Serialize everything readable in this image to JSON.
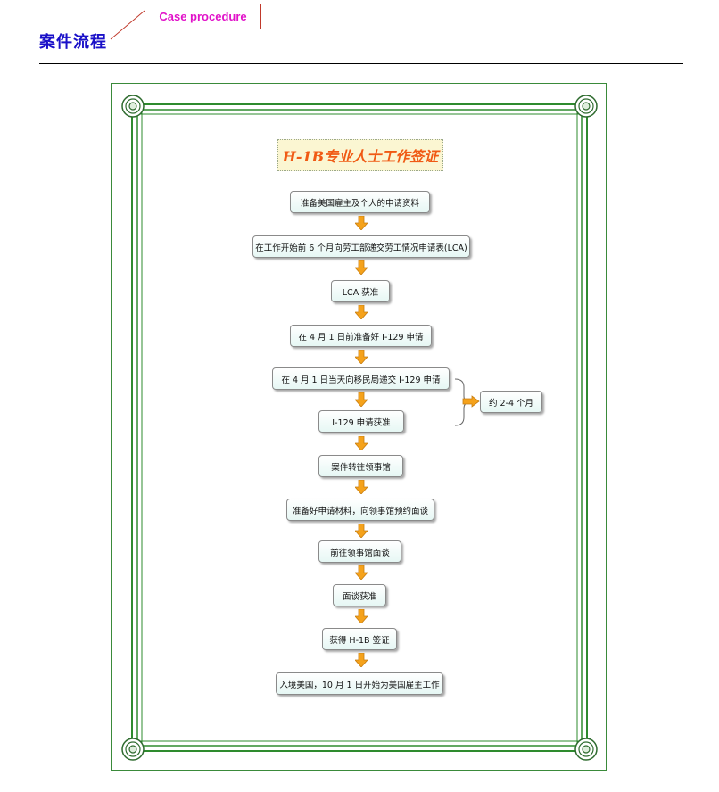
{
  "header": {
    "section_title": "案件流程",
    "tag": "Case procedure"
  },
  "diagram": {
    "title": "H-1B专业人士工作签证",
    "steps": [
      "准备美国雇主及个人的申请资料",
      "在工作开始前 6 个月向劳工部递交劳工情况申请表(LCA)",
      "LCA 获准",
      "在 4 月 1 日前准备好 I-129 申请",
      "在 4 月 1 日当天向移民局递交 I-129 申请",
      "I-129 申请获准",
      "案件转往领事馆",
      "准备好申请材料，向领事馆预约面谈",
      "前往领事馆面谈",
      "面谈获准",
      "获得 H-1B 签证",
      "入境美国，10 月 1 日开始为美国雇主工作"
    ],
    "side_note": "约 2-4 个月"
  },
  "colors": {
    "title_blue": "#1a10c8",
    "tag_magenta": "#e112c9",
    "frame_green": "#2e8b2e",
    "arrow_orange": "#f5a21b",
    "banner_orange": "#f05a14"
  }
}
